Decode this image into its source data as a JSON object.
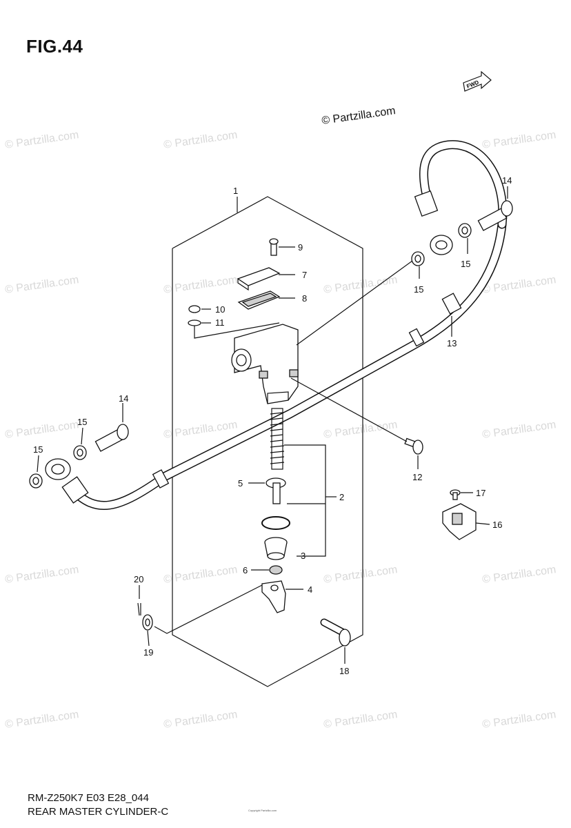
{
  "figure": {
    "title": "FIG.44"
  },
  "copyright_text": "© Partzilla.com",
  "watermark_text": "© Partzilla.com",
  "fwd_label": "FWD",
  "callouts": {
    "c1": "1",
    "c2": "2",
    "c3": "3",
    "c4": "4",
    "c5": "5",
    "c6": "6",
    "c7": "7",
    "c8": "8",
    "c9": "9",
    "c10": "10",
    "c11": "11",
    "c12": "12",
    "c13": "13",
    "c14a": "14",
    "c14b": "14",
    "c15a": "15",
    "c15b": "15",
    "c15c": "15",
    "c15d": "15",
    "c16": "16",
    "c17": "17",
    "c18": "18",
    "c19": "19",
    "c20": "20"
  },
  "footer": {
    "code": "RM-Z250K7 E03 E28_044",
    "name": "REAR MASTER CYLINDER-C",
    "tiny": "Copyright Partzilla.com"
  }
}
